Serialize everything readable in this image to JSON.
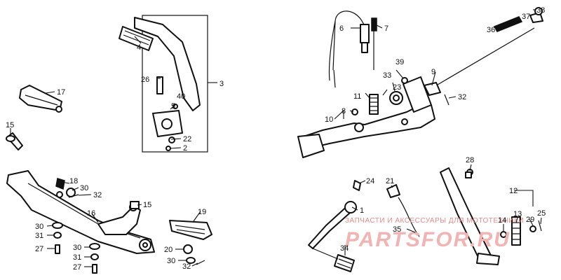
{
  "callouts": {
    "c1": "1",
    "c2": "2",
    "c3": "3",
    "c4": "4",
    "c5": "5",
    "c6": "6",
    "c7": "7",
    "c8": "8",
    "c9": "9",
    "c10": "10",
    "c11": "11",
    "c12": "12",
    "c13": "13",
    "c14": "14",
    "c15a": "15",
    "c15b": "15",
    "c16": "16",
    "c17": "17",
    "c18": "18",
    "c19": "19",
    "c20": "20",
    "c21": "21",
    "c22": "22",
    "c23": "23",
    "c24": "24",
    "c25": "25",
    "c26": "26",
    "c27a": "27",
    "c27b": "27",
    "c28": "28",
    "c29": "29",
    "c30a": "30",
    "c30b": "30",
    "c30c": "30",
    "c30d": "30",
    "c31a": "31",
    "c31b": "31",
    "c32a": "32",
    "c32b": "32",
    "c32c": "32",
    "c33": "33",
    "c34": "34",
    "c35": "35",
    "c36": "36",
    "c37": "37",
    "c38": "38",
    "c39": "39",
    "c40": "40"
  },
  "watermark": {
    "tagline": "ЗАПЧАСТИ И АКСЕССУАРЫ ДЛЯ МОТОТЕХНИКИ",
    "logo": "PARTSFOR.RU"
  },
  "colors": {
    "ink": "#111111",
    "watermark_text": "#e58a8a",
    "watermark_logo": "#f2b3b3"
  }
}
